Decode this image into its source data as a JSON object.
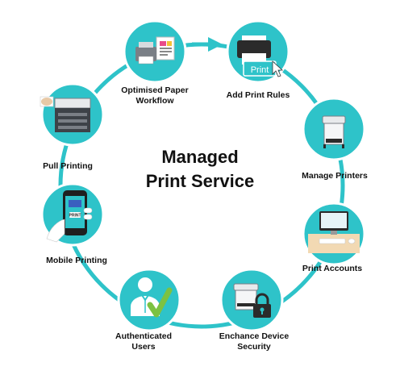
{
  "diagram": {
    "title_line1": "Managed",
    "title_line2": "Print Service",
    "accent_color": "#2ec3c9",
    "nodes": [
      {
        "label": "Optimised Paper Workflow",
        "line1": "Optimised Paper",
        "line2": "Workflow",
        "icon": "printer-with-papers-icon"
      },
      {
        "label": "Add Print Rules",
        "line1": "Add Print Rules",
        "line2": "",
        "icon": "print-button-cursor-icon"
      },
      {
        "label": "Manage Printers",
        "line1": "Manage Printers",
        "line2": "",
        "icon": "wide-format-printer-icon"
      },
      {
        "label": "Print Accounts",
        "line1": "Print Accounts",
        "line2": "",
        "icon": "desktop-computer-icon"
      },
      {
        "label": "Enchance Device Security",
        "line1": "Enchance Device",
        "line2": "Security",
        "icon": "printer-padlock-icon"
      },
      {
        "label": "Authenticated Users",
        "line1": "Authenticated",
        "line2": "Users",
        "icon": "user-checkmark-icon"
      },
      {
        "label": "Mobile Printing",
        "line1": "Mobile Printing",
        "line2": "",
        "icon": "smartphone-print-icon"
      },
      {
        "label": "Pull Printing",
        "line1": "Pull Printing",
        "line2": "",
        "icon": "multifunction-printer-icon"
      }
    ],
    "icon_text": {
      "add_print_rules": "Print",
      "mobile_printing": "PRINT"
    }
  }
}
